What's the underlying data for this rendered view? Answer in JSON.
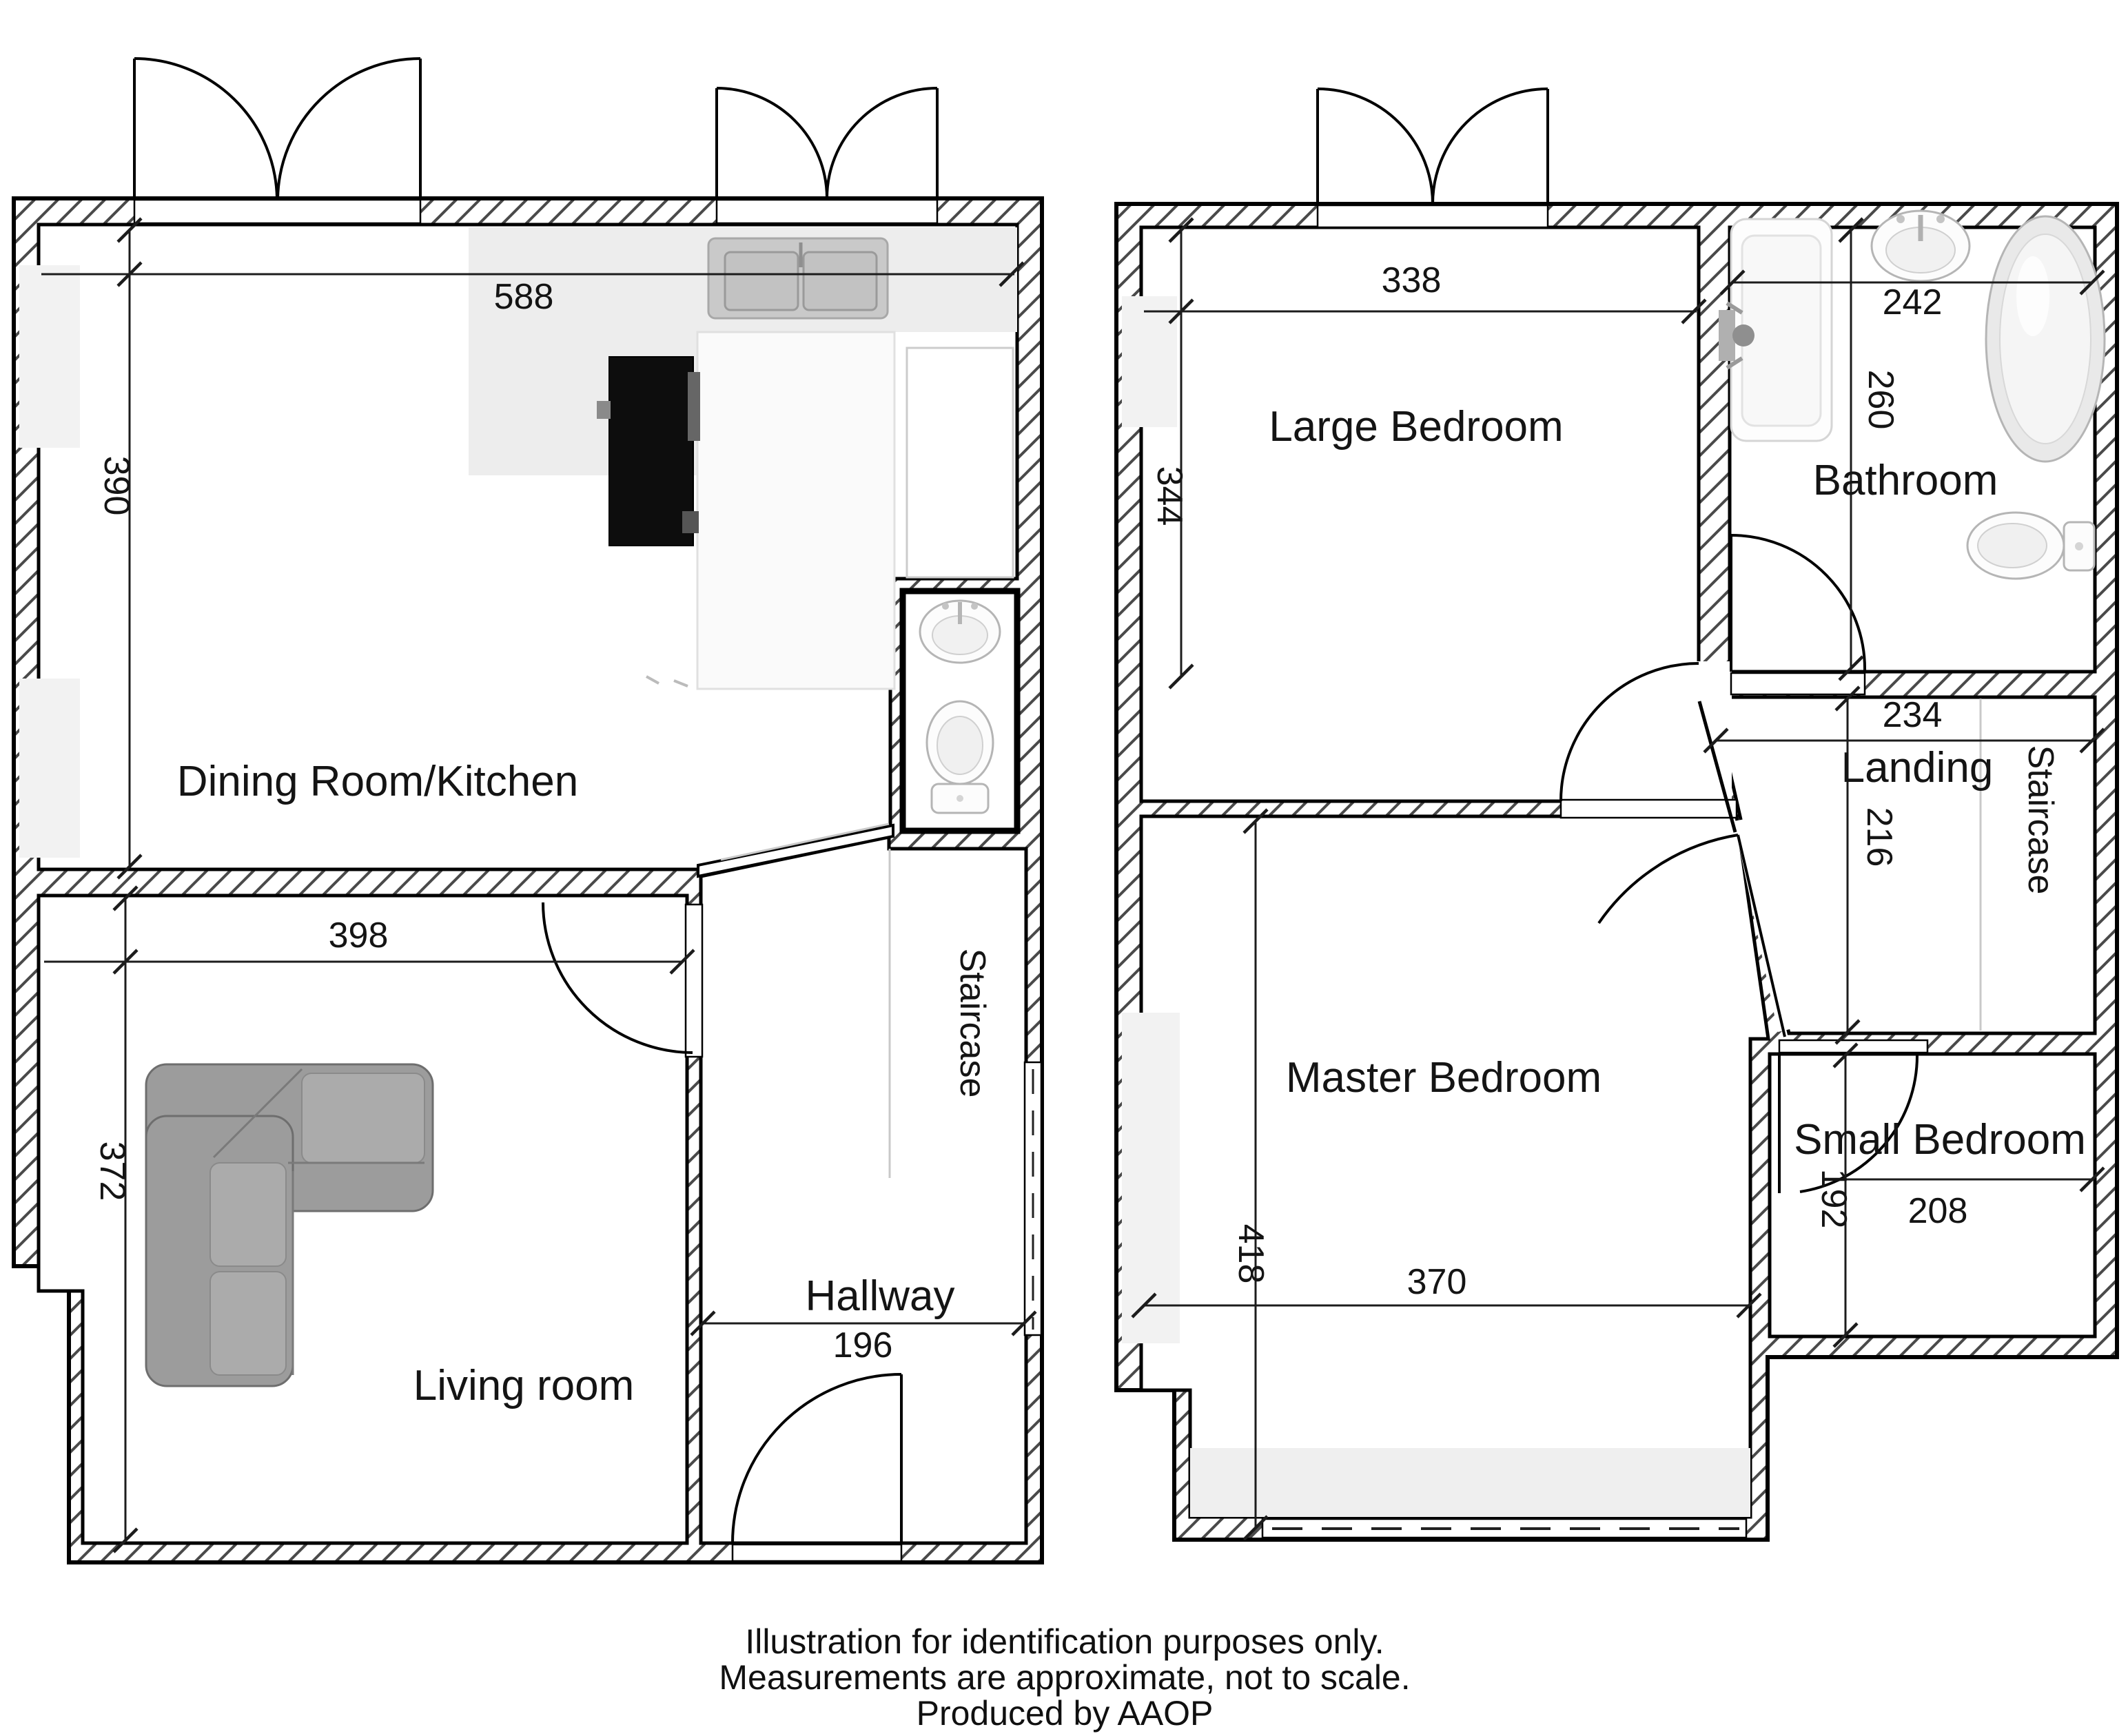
{
  "ground_floor": {
    "rooms": {
      "dining_kitchen": "Dining Room/Kitchen",
      "living": "Living room",
      "hallway": "Hallway",
      "staircase": "Staircase"
    },
    "dimensions": {
      "dining_width": "588",
      "dining_height": "390",
      "living_width": "398",
      "living_height": "372",
      "hallway_width": "196"
    }
  },
  "first_floor": {
    "rooms": {
      "large_bedroom": "Large Bedroom",
      "bathroom": "Bathroom",
      "landing": "Landing",
      "staircase": "Staircase",
      "master_bedroom": "Master Bedroom",
      "small_bedroom": "Small Bedroom"
    },
    "dimensions": {
      "large_width": "338",
      "large_height": "344",
      "bath_width": "242",
      "bath_height": "260",
      "landing_width": "234",
      "landing_height": "216",
      "master_height": "418",
      "master_width": "370",
      "small_height": "192",
      "small_width": "208"
    }
  },
  "fixtures": [
    "corner-sofa",
    "cooker",
    "kitchen-sink",
    "wc-basin",
    "wc-toilet",
    "shower-tray",
    "bathroom-basin",
    "bathtub",
    "bathroom-toilet"
  ],
  "colors": {
    "wall_line": "#000000",
    "hatch_line": "#4a4a4a",
    "counter_fill": "#ededed",
    "furniture_gray": "#9c9c9c"
  },
  "footer": {
    "line1": "Illustration for identification purposes only.",
    "line2": "Measurements are approximate, not to scale.",
    "line3": "Produced by AAOP"
  }
}
